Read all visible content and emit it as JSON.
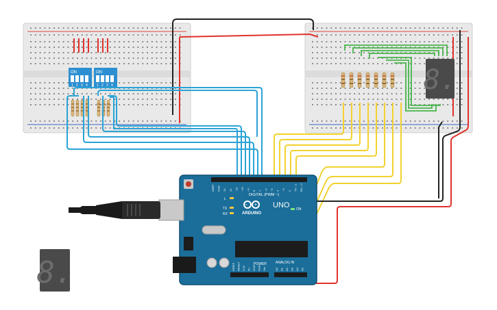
{
  "board": {
    "brand": "ARDUINO",
    "model": "UNO",
    "digital_header_label": "DIGITAL (PWM ~)",
    "power_label": "POWER",
    "analog_label": "ANALOG IN",
    "on_led_label": "ON",
    "l_led_label": "L",
    "tx_label": "TX",
    "rx_label": "RX",
    "digital_pins": [
      "AREF",
      "GND",
      "13",
      "12",
      "~11",
      "~10",
      "~9",
      "8",
      "7",
      "~6",
      "~5",
      "4",
      "~3",
      "2",
      "TX→1",
      "RX←0"
    ],
    "power_pins": [
      "IOREF",
      "RESET",
      "3.3V",
      "5V",
      "GND",
      "GND",
      "Vin"
    ],
    "analog_pins": [
      "A0",
      "A1",
      "A2",
      "A3",
      "A4",
      "A5"
    ]
  },
  "dip_switches": [
    {
      "on_label": "ON",
      "numbers": [
        "1",
        "2",
        "3",
        "4"
      ]
    },
    {
      "on_label": "ON",
      "numbers": [
        "1",
        "2",
        "3",
        "4"
      ]
    }
  ],
  "displays": [
    {
      "digit": "8."
    },
    {
      "digit": "8."
    }
  ],
  "colors": {
    "board": "#1b6e9a",
    "board_dark": "#0f4f72",
    "breadboard": "#e9e9e9",
    "wire_blue": "#29a3d6",
    "wire_yellow": "#f2d22e",
    "wire_green": "#45b649",
    "wire_red": "#e0312b",
    "wire_black": "#222222",
    "resistor": "#d9b77a",
    "display": "#4a4a4a",
    "segment_off": "#6c6c6c"
  }
}
